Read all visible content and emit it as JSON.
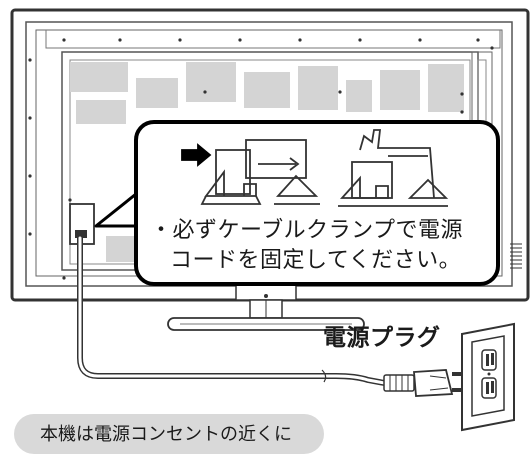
{
  "diagram": {
    "callout": {
      "line1": "・必ずケーブルクランプで電源",
      "line2": "コードを固定してください。"
    },
    "plug_label": "電源プラグ",
    "bottom_note": "本機は電源コンセントの近くに"
  }
}
